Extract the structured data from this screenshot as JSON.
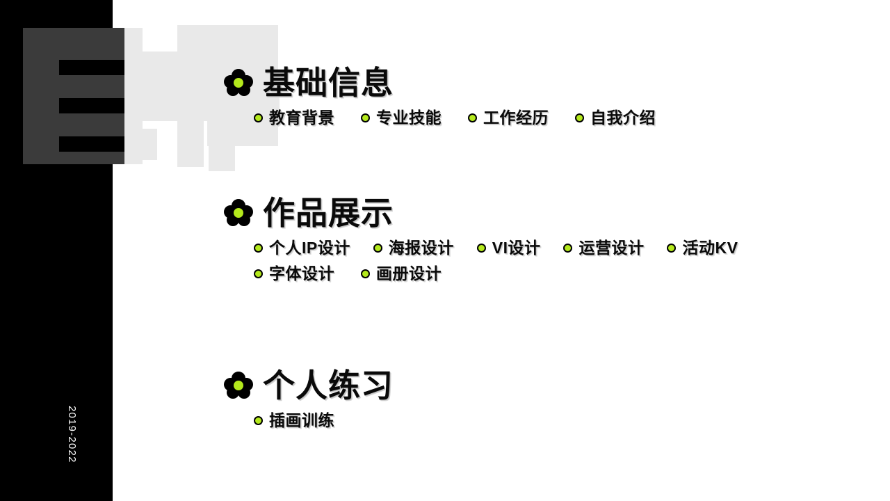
{
  "slide": {
    "background_color": "#ffffff",
    "accent_color": "#b4e91c",
    "sidebar_color": "#000000",
    "glyph_dark_color": "#3b3b3b",
    "glyph_light_color": "#e9e9e9"
  },
  "sidebar": {
    "vertical_title": "contents",
    "year_range": "2019-2022",
    "decorative_glyph_dark": "目",
    "decorative_glyph_light": "录"
  },
  "sections": [
    {
      "title": "基础信息",
      "bullet_icon": "flower-icon",
      "rows": [
        [
          "教育背景",
          "专业技能",
          "工作经历",
          "自我介绍"
        ]
      ]
    },
    {
      "title": "作品展示",
      "bullet_icon": "flower-icon",
      "rows": [
        [
          "个人IP设计",
          "海报设计",
          "VI设计",
          "运营设计",
          "活动KV"
        ],
        [
          "字体设计",
          "画册设计"
        ]
      ]
    },
    {
      "title": "个人练习",
      "bullet_icon": "flower-icon",
      "rows": [
        [
          "插画训练"
        ]
      ]
    }
  ]
}
